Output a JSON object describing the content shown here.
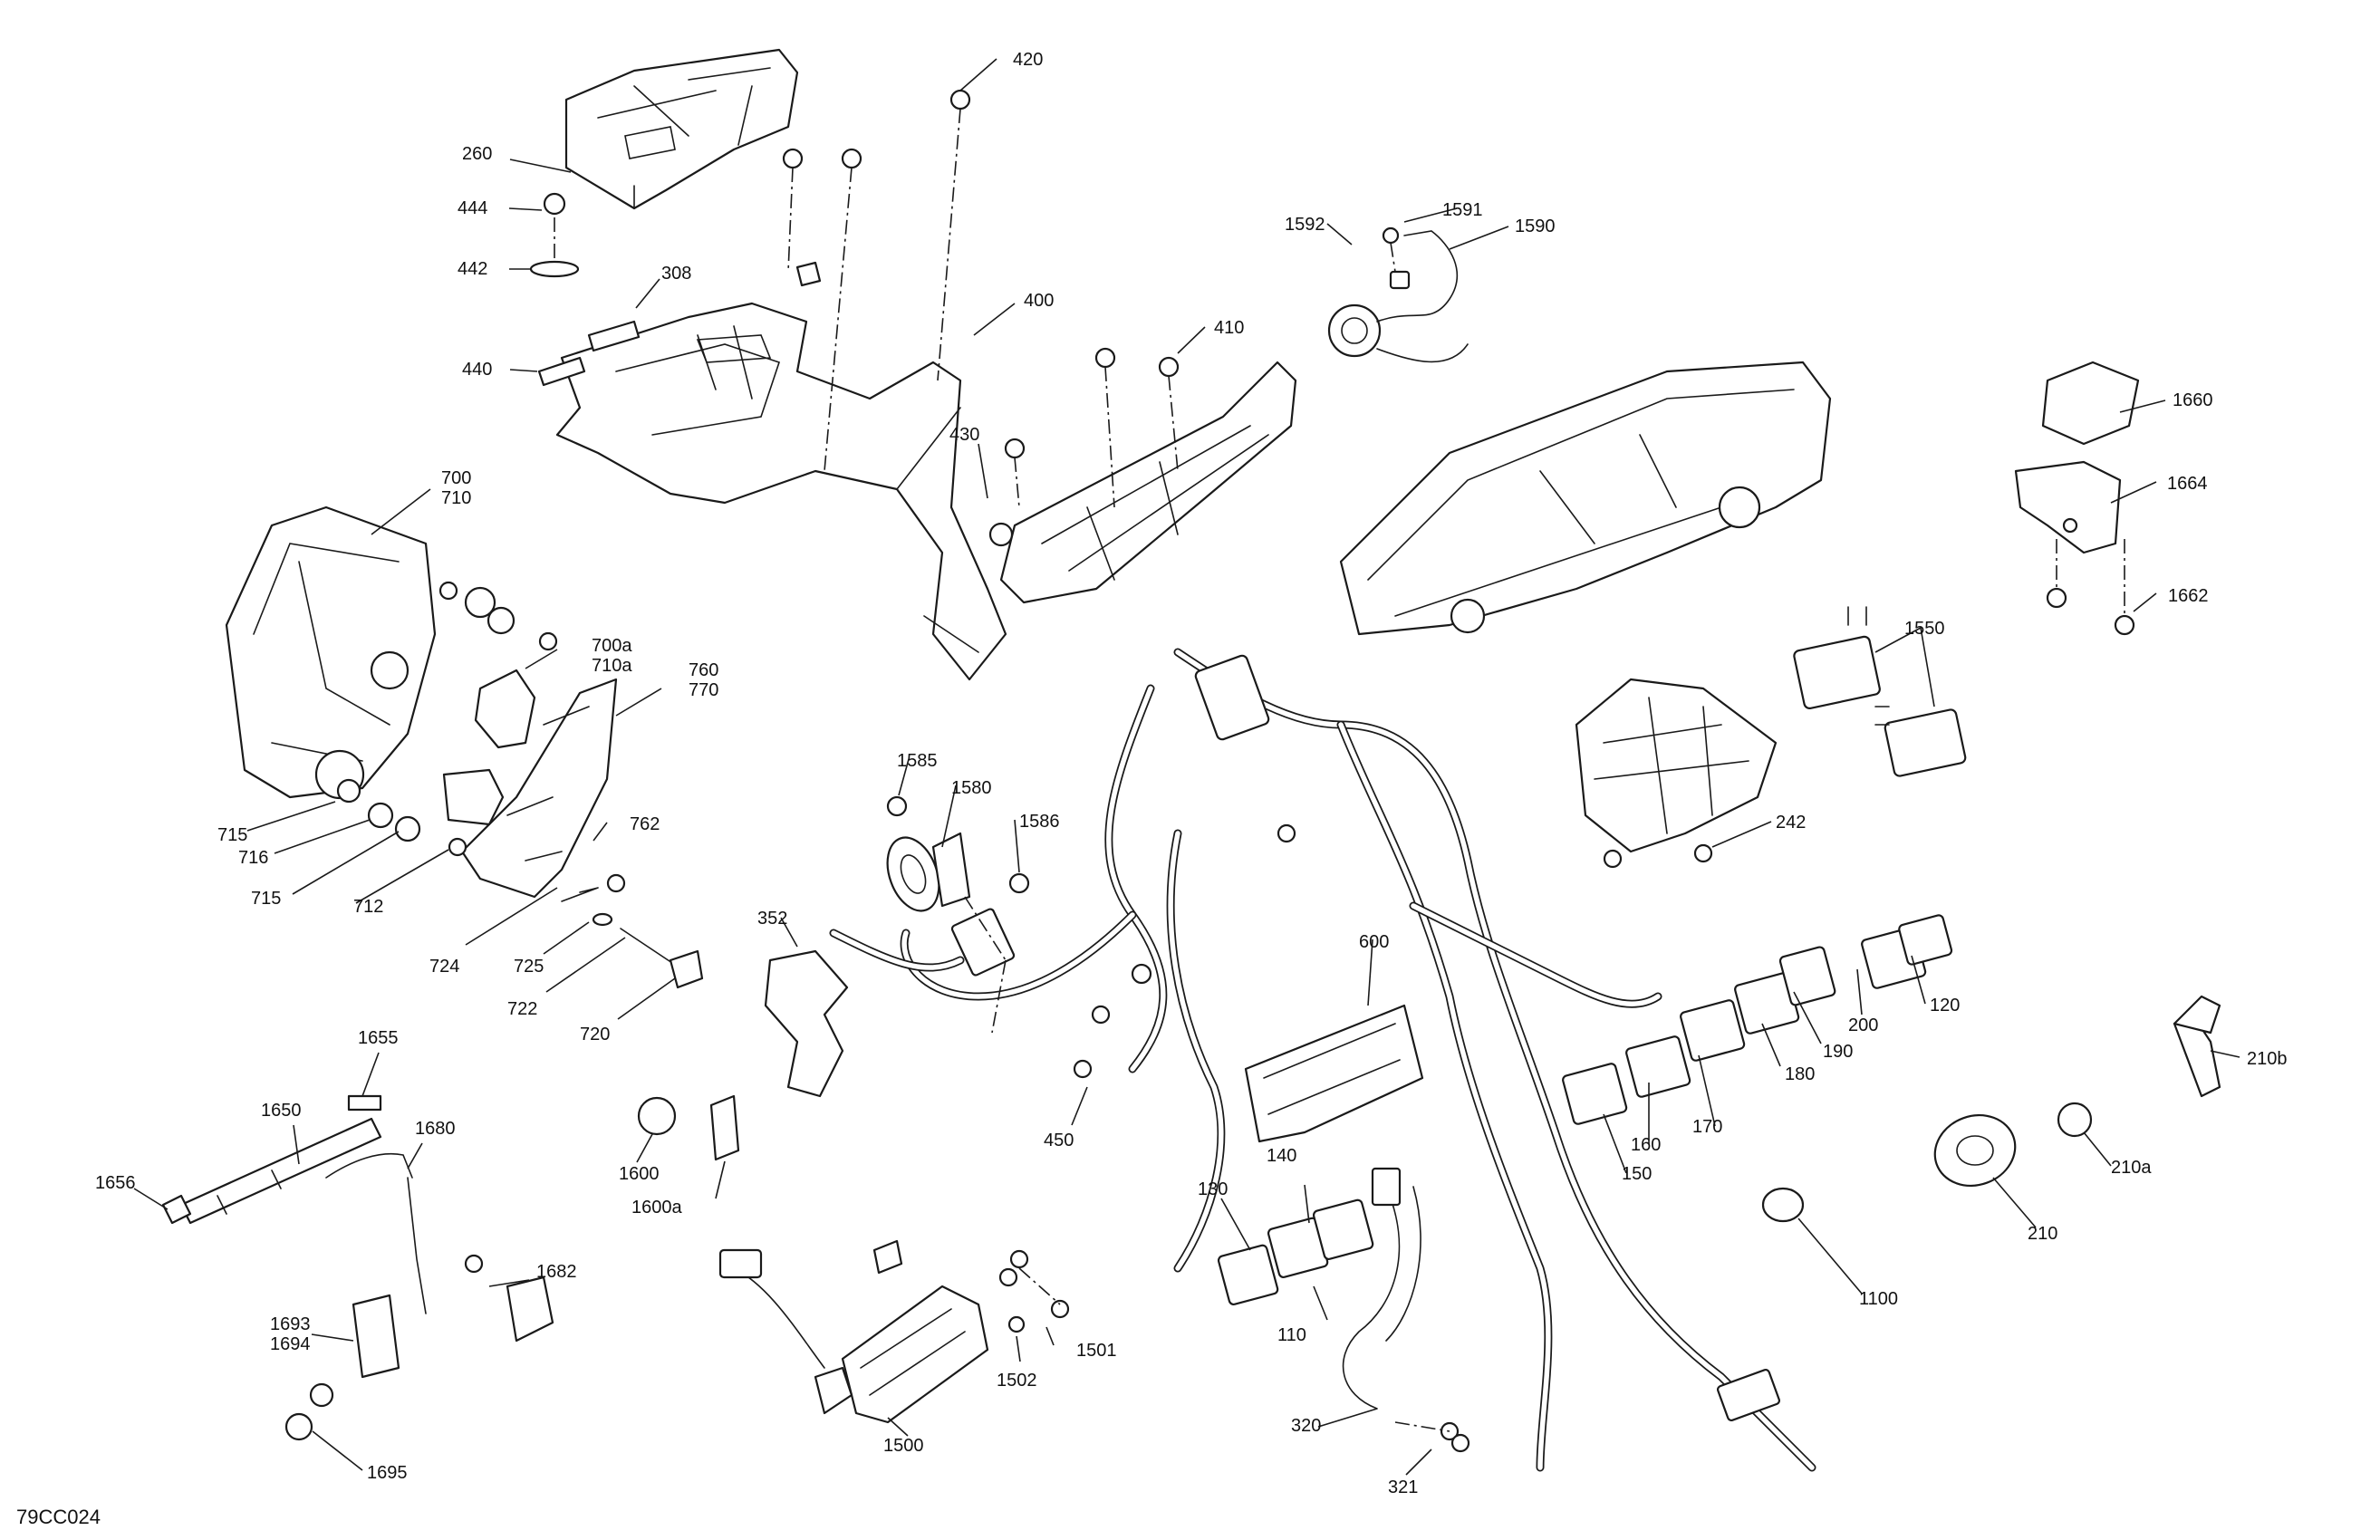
{
  "diagram": {
    "reference_code": "79CC024",
    "callouts": [
      {
        "id": "c420",
        "text": "420"
      },
      {
        "id": "c260",
        "text": "260"
      },
      {
        "id": "c444",
        "text": "444"
      },
      {
        "id": "c442",
        "text": "442"
      },
      {
        "id": "c308",
        "text": "308"
      },
      {
        "id": "c440",
        "text": "440"
      },
      {
        "id": "c400",
        "text": "400"
      },
      {
        "id": "c410",
        "text": "410"
      },
      {
        "id": "c430",
        "text": "430"
      },
      {
        "id": "c1592",
        "text": "1592"
      },
      {
        "id": "c1591",
        "text": "1591"
      },
      {
        "id": "c1590",
        "text": "1590"
      },
      {
        "id": "c1660",
        "text": "1660"
      },
      {
        "id": "c1664",
        "text": "1664"
      },
      {
        "id": "c1662",
        "text": "1662"
      },
      {
        "id": "c1550",
        "text": "1550"
      },
      {
        "id": "c700",
        "text": "700"
      },
      {
        "id": "c710",
        "text": "710"
      },
      {
        "id": "c700a",
        "text": "700a"
      },
      {
        "id": "c710a",
        "text": "710a"
      },
      {
        "id": "c760",
        "text": "760"
      },
      {
        "id": "c770",
        "text": "770"
      },
      {
        "id": "c762",
        "text": "762"
      },
      {
        "id": "c715a",
        "text": "715"
      },
      {
        "id": "c716",
        "text": "716"
      },
      {
        "id": "c715b",
        "text": "715"
      },
      {
        "id": "c712",
        "text": "712"
      },
      {
        "id": "c724",
        "text": "724"
      },
      {
        "id": "c725",
        "text": "725"
      },
      {
        "id": "c722",
        "text": "722"
      },
      {
        "id": "c720",
        "text": "720"
      },
      {
        "id": "c1585",
        "text": "1585"
      },
      {
        "id": "c1580",
        "text": "1580"
      },
      {
        "id": "c1586",
        "text": "1586"
      },
      {
        "id": "c352",
        "text": "352"
      },
      {
        "id": "c242",
        "text": "242"
      },
      {
        "id": "c600",
        "text": "600"
      },
      {
        "id": "c120",
        "text": "120"
      },
      {
        "id": "c200",
        "text": "200"
      },
      {
        "id": "c190",
        "text": "190"
      },
      {
        "id": "c180",
        "text": "180"
      },
      {
        "id": "c170",
        "text": "170"
      },
      {
        "id": "c160",
        "text": "160"
      },
      {
        "id": "c150",
        "text": "150"
      },
      {
        "id": "c210b",
        "text": "210b"
      },
      {
        "id": "c210a",
        "text": "210a"
      },
      {
        "id": "c210",
        "text": "210"
      },
      {
        "id": "c1100",
        "text": "1100"
      },
      {
        "id": "c1655",
        "text": "1655"
      },
      {
        "id": "c1650",
        "text": "1650"
      },
      {
        "id": "c1656",
        "text": "1656"
      },
      {
        "id": "c1680",
        "text": "1680"
      },
      {
        "id": "c1600",
        "text": "1600"
      },
      {
        "id": "c1600a",
        "text": "1600a"
      },
      {
        "id": "c450",
        "text": "450"
      },
      {
        "id": "c130",
        "text": "130"
      },
      {
        "id": "c140",
        "text": "140"
      },
      {
        "id": "c110",
        "text": "110"
      },
      {
        "id": "c1682",
        "text": "1682"
      },
      {
        "id": "c1693",
        "text": "1693"
      },
      {
        "id": "c1694",
        "text": "1694"
      },
      {
        "id": "c1695",
        "text": "1695"
      },
      {
        "id": "c1501",
        "text": "1501"
      },
      {
        "id": "c1502",
        "text": "1502"
      },
      {
        "id": "c1500",
        "text": "1500"
      },
      {
        "id": "c320",
        "text": "320"
      },
      {
        "id": "c321",
        "text": "321"
      }
    ]
  }
}
